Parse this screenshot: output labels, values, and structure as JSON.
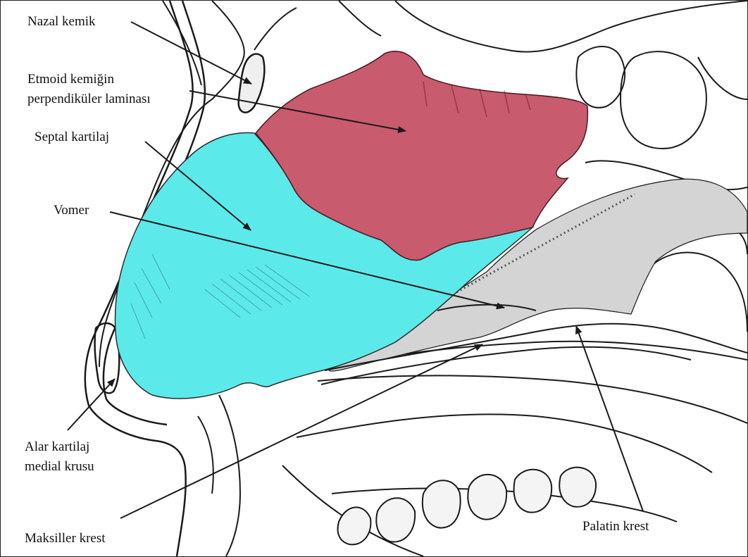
{
  "colors": {
    "ink": "#1a1a1a",
    "septal_cartilage": "#5ce9ea",
    "perpendicular_plate": "#c95b6e",
    "vomer": "#d4d4d4",
    "background": "#ffffff"
  },
  "labels": {
    "nasal_bone": "Nazal kemik",
    "ethmoid_line1": "Etmoid kemiğin",
    "ethmoid_line2": "perpendiküler laminası",
    "septal_cartilage": "Septal kartilaj",
    "vomer": "Vomer",
    "alar_line1": "Alar kartilaj",
    "alar_line2": "medial krusu",
    "maxillary_crest": "Maksiller krest",
    "palatine_crest": "Palatin krest"
  }
}
